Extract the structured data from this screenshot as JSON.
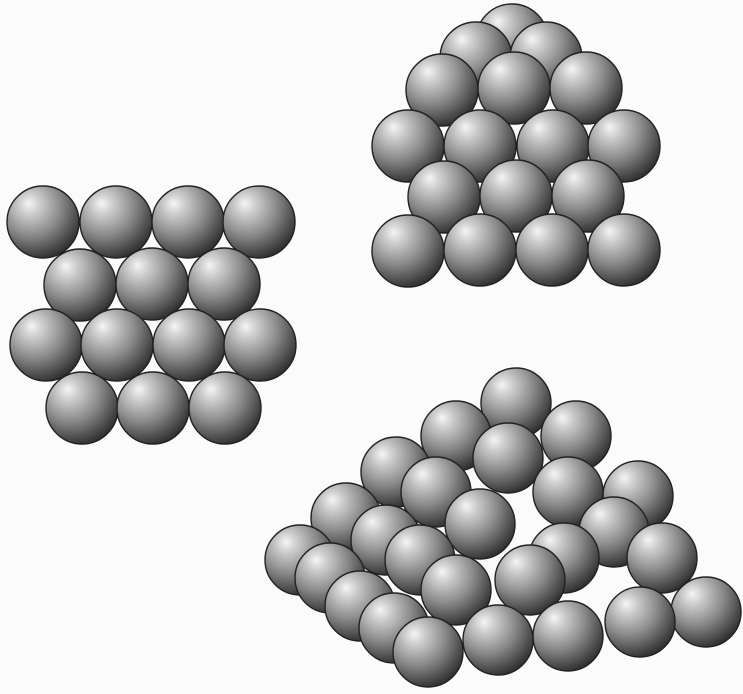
{
  "figure": {
    "groups": [
      {
        "id": "square-layer"
      },
      {
        "id": "stacked-layers"
      },
      {
        "id": "pyramid-stack"
      }
    ]
  },
  "colors": {
    "background": "#fbfbfb",
    "sphere_highlight": "#f5f5f5",
    "sphere_mid": "#8a8a8a",
    "sphere_shadow": "#2b2b2b",
    "sphere_outline": "#222222"
  }
}
